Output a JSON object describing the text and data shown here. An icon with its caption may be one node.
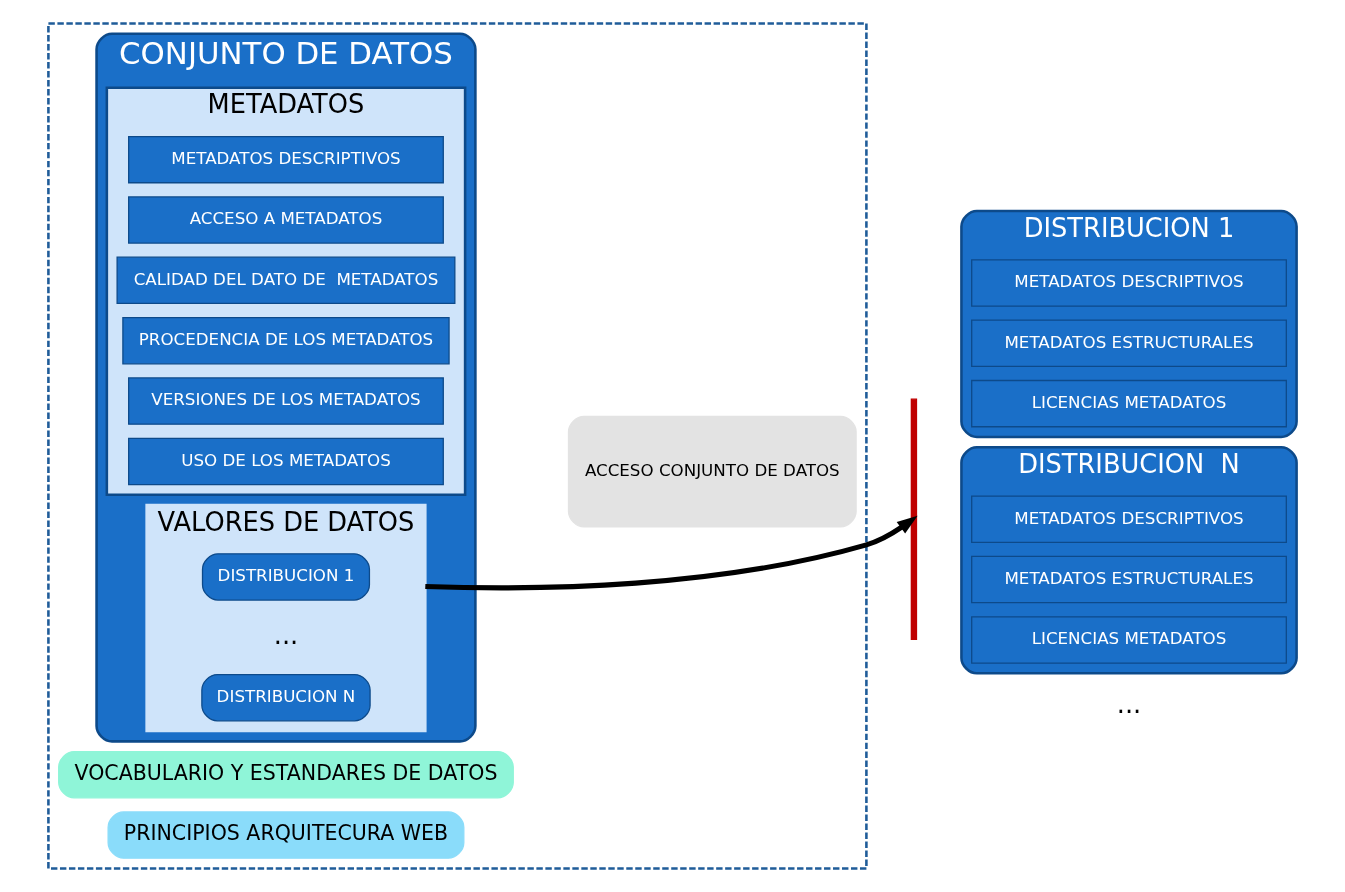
{
  "diagram": {
    "nodes": [
      {
        "text": [],
        "shape": "box"
      },
      {
        "text": [
          "CONJUNTO DE DATOS"
        ],
        "in": 0
      },
      {
        "text": [
          "VALORES DE DATOS"
        ],
        "in": 1
      },
      {
        "text": [
          "DISTRIBUCION 1"
        ],
        "in": 2
      },
      {
        "text": [
          "DISTRIBUCION N"
        ],
        "in": 2
      },
      {
        "text": [
          "METADATOS"
        ],
        "in": 1
      },
      {
        "text": [
          "METADATOS DESCRIPTIVOS"
        ],
        "in": 5
      },
      {
        "text": [
          "ACCESO A METADATOS"
        ],
        "in": 5
      },
      {
        "text": [
          "CALIDAD DEL DATO DE  METADATOS"
        ],
        "in": 5
      },
      {
        "text": [
          "PROCEDENCIA DE LOS METADATOS"
        ],
        "in": 5
      },
      {
        "text": [
          "VERSIONES DE LOS METADATOS"
        ],
        "in": 5
      },
      {
        "text": [
          "USO DE LOS METADATOS"
        ],
        "in": 5
      },
      {
        "text": [
          "ACCESO CONJUNTO DE DATOS"
        ],
        "in": 0
      },
      {
        "text": [
          "VOCABULARIO Y ESTANDARES DE DATOS"
        ],
        "in": 0
      },
      {
        "text": [
          "PRINCIPIOS ARQUITECURA WEB"
        ],
        "in": 0
      },
      {
        "text": [],
        "shape": "brace"
      },
      {
        "text": [
          "DISTRIBUCION 1"
        ]
      },
      {
        "text": [
          "METADATOS DESCRIPTIVOS"
        ],
        "in": 16
      },
      {
        "text": [
          "METADATOS ESTRUCTURALES"
        ],
        "in": 16
      },
      {
        "text": [
          "LICENCIAS METADATOS"
        ],
        "in": 16
      },
      {
        "text": [
          "DISTRIBUCION  N"
        ]
      },
      {
        "text": [
          "METADATOS DESCRIPTIVOS"
        ],
        "in": 20
      },
      {
        "text": [
          "METADATOS ESTRUCTURALES"
        ],
        "in": 20
      },
      {
        "text": [
          "LICENCIAS METADATOS"
        ],
        "in": 20
      }
    ],
    "edges": [
      {
        "from": 2,
        "to": 15,
        "arrow": "to"
      }
    ],
    "labels": [
      "...",
      "..."
    ]
  }
}
